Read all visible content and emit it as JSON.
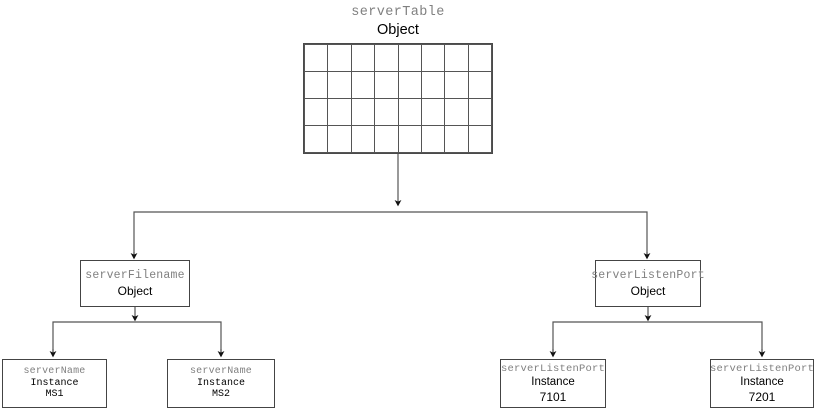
{
  "diagram": {
    "type": "tree",
    "line_color": "#444444",
    "key_color": "#808080",
    "text_color": "#000000",
    "background": "#ffffff",
    "root": {
      "key": "serverTable",
      "kind": "Object",
      "table": {
        "rows": 4,
        "cols": 8
      }
    },
    "mid_nodes": [
      {
        "key": "serverFilename",
        "kind": "Object"
      },
      {
        "key": "serverListenPort",
        "kind": "Object"
      }
    ],
    "leaf_nodes": [
      {
        "key": "serverName",
        "kind": "Instance",
        "value": "MS1"
      },
      {
        "key": "serverName",
        "kind": "Instance",
        "value": "MS2"
      },
      {
        "key": "serverListenPort",
        "kind": "Instance",
        "value": "7101"
      },
      {
        "key": "serverListenPort",
        "kind": "Instance",
        "value": "7201"
      }
    ]
  }
}
